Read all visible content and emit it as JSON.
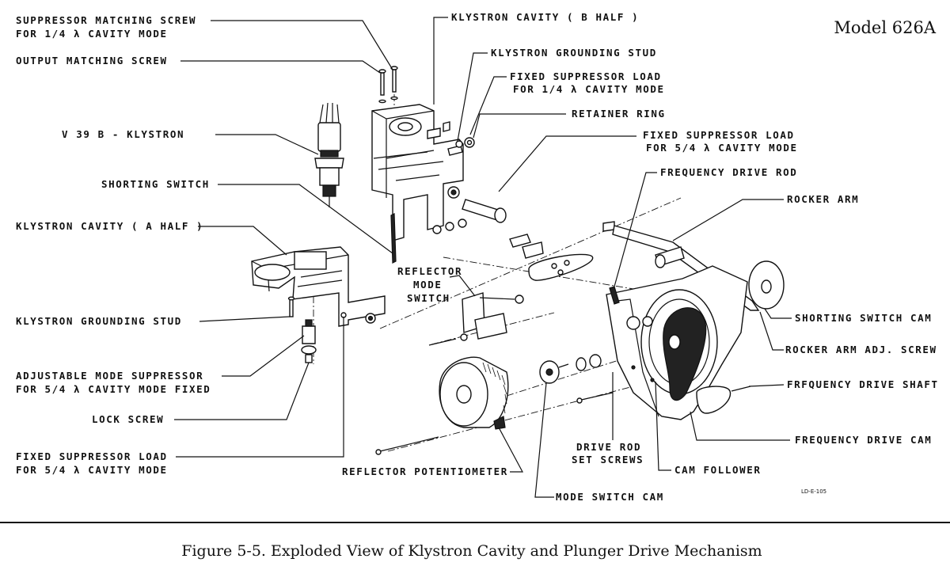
{
  "model": "Model 626A",
  "caption": "Figure 5-5.  Exploded View of Klystron Cavity and Plunger Drive Mechanism",
  "drawing_number": "LD-E-105",
  "labels": {
    "suppressor_screw_1": "SUPPRESSOR  MATCHING  SCREW",
    "suppressor_screw_2": "FOR  1/4 λ  CAVITY  MODE",
    "output_screw": "OUTPUT  MATCHING  SCREW",
    "klystron": "V 39 B - KLYSTRON",
    "shorting_switch": "SHORTING  SWITCH",
    "cavity_a": "KLYSTRON  CAVITY  ( A HALF )",
    "grounding_stud_left": "KLYSTRON  GROUNDING  STUD",
    "adj_mode_1": "ADJUSTABLE  MODE  SUPPRESSOR",
    "adj_mode_2": "FOR  5/4 λ  CAVITY  MODE  FIXED",
    "lock_screw": "LOCK  SCREW",
    "fixed_load_left_1": "FIXED  SUPPRESSOR  LOAD",
    "fixed_load_left_2": "FOR  5/4 λ  CAVITY  MODE",
    "cavity_b": "KLYSTRON  CAVITY  ( B  HALF )",
    "grounding_stud_top": "KLYSTRON  GROUNDING  STUD",
    "fixed_load_14_1": "FIXED  SUPPRESSOR  LOAD",
    "fixed_load_14_2": "FOR  1/4 λ  CAVITY  MODE",
    "retainer_ring": "RETAINER  RING",
    "fixed_load_54_1": "FIXED  SUPPRESSOR  LOAD",
    "fixed_load_54_2": "FOR  5/4 λ  CAVITY  MODE",
    "freq_drive_rod": "FREQUENCY  DRIVE  ROD",
    "rocker_arm": "ROCKER  ARM",
    "reflector_switch_1": "REFLECTOR",
    "reflector_switch_2": "MODE",
    "reflector_switch_3": "SWITCH",
    "shorting_cam": "SHORTING  SWITCH  CAM",
    "rocker_adj": "ROCKER  ARM  ADJ. SCREW",
    "drive_shaft": "FRFQUENCY  DRIVE  SHAFT",
    "freq_drive_cam": "FREQUENCY  DRIVE  CAM",
    "drive_rod_set_1": "DRIVE  ROD",
    "drive_rod_set_2": "SET  SCREWS",
    "cam_follower": "CAM  FOLLOWER",
    "reflector_pot": "REFLECTOR  POTENTIOMETER",
    "mode_switch_cam": "MODE  SWITCH  CAM"
  }
}
